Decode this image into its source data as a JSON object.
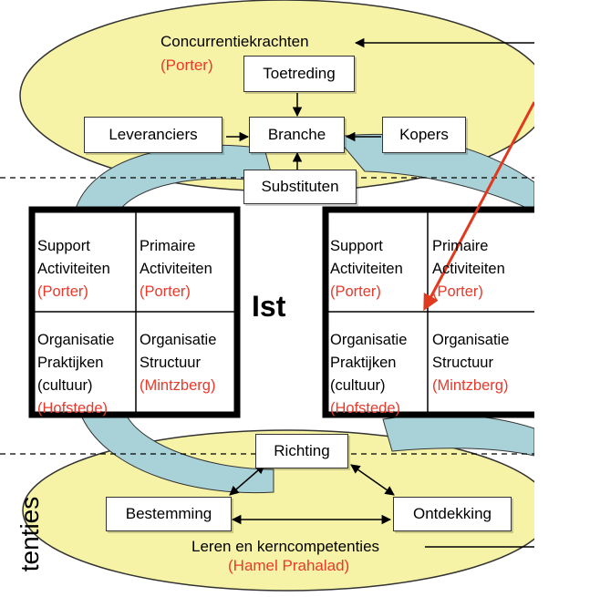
{
  "top": {
    "title": "Concurrentiekrachten",
    "author": "(Porter)",
    "toetreding": "Toetreding",
    "leveranciers": "Leveranciers",
    "branche": "Branche",
    "kopers": "Kopers",
    "substituten": "Substituten"
  },
  "middle": {
    "label": "Ist",
    "left_grid": {
      "support": [
        "Support",
        "Activiteiten",
        "(Porter)"
      ],
      "primaire": [
        "Primaire",
        "Activiteiten",
        "(Porter)"
      ],
      "praktijken": [
        "Organisatie",
        "Praktijken",
        "(cultuur)",
        "(Hofstede)"
      ],
      "structuur": [
        "Organisatie",
        "Structuur",
        "(Mintzberg)"
      ]
    },
    "right_grid": {
      "support": [
        "Support",
        "Activiteiten",
        "(Porter)"
      ],
      "primaire": [
        "Primaire",
        "Activiteiten",
        "(Porter)"
      ],
      "praktijken": [
        "Organisatie",
        "Praktijken",
        "(cultuur)",
        "(Hofstede)"
      ],
      "structuur": [
        "Organisatie",
        "Structuur",
        "(Mintzberg)"
      ]
    }
  },
  "bottom": {
    "richting": "Richting",
    "bestemming": "Bestemming",
    "ontdekking": "Ontdekking",
    "title": "Leren en kerncompetenties",
    "author": "(Hamel Prahalad)"
  },
  "side_text": "tenties",
  "colors": {
    "ellipse_fill": "#f7f3a6",
    "arrow_fill": "#a8d2d8",
    "red_text": "#e8392b",
    "red_arrow": "#e03a1e"
  }
}
